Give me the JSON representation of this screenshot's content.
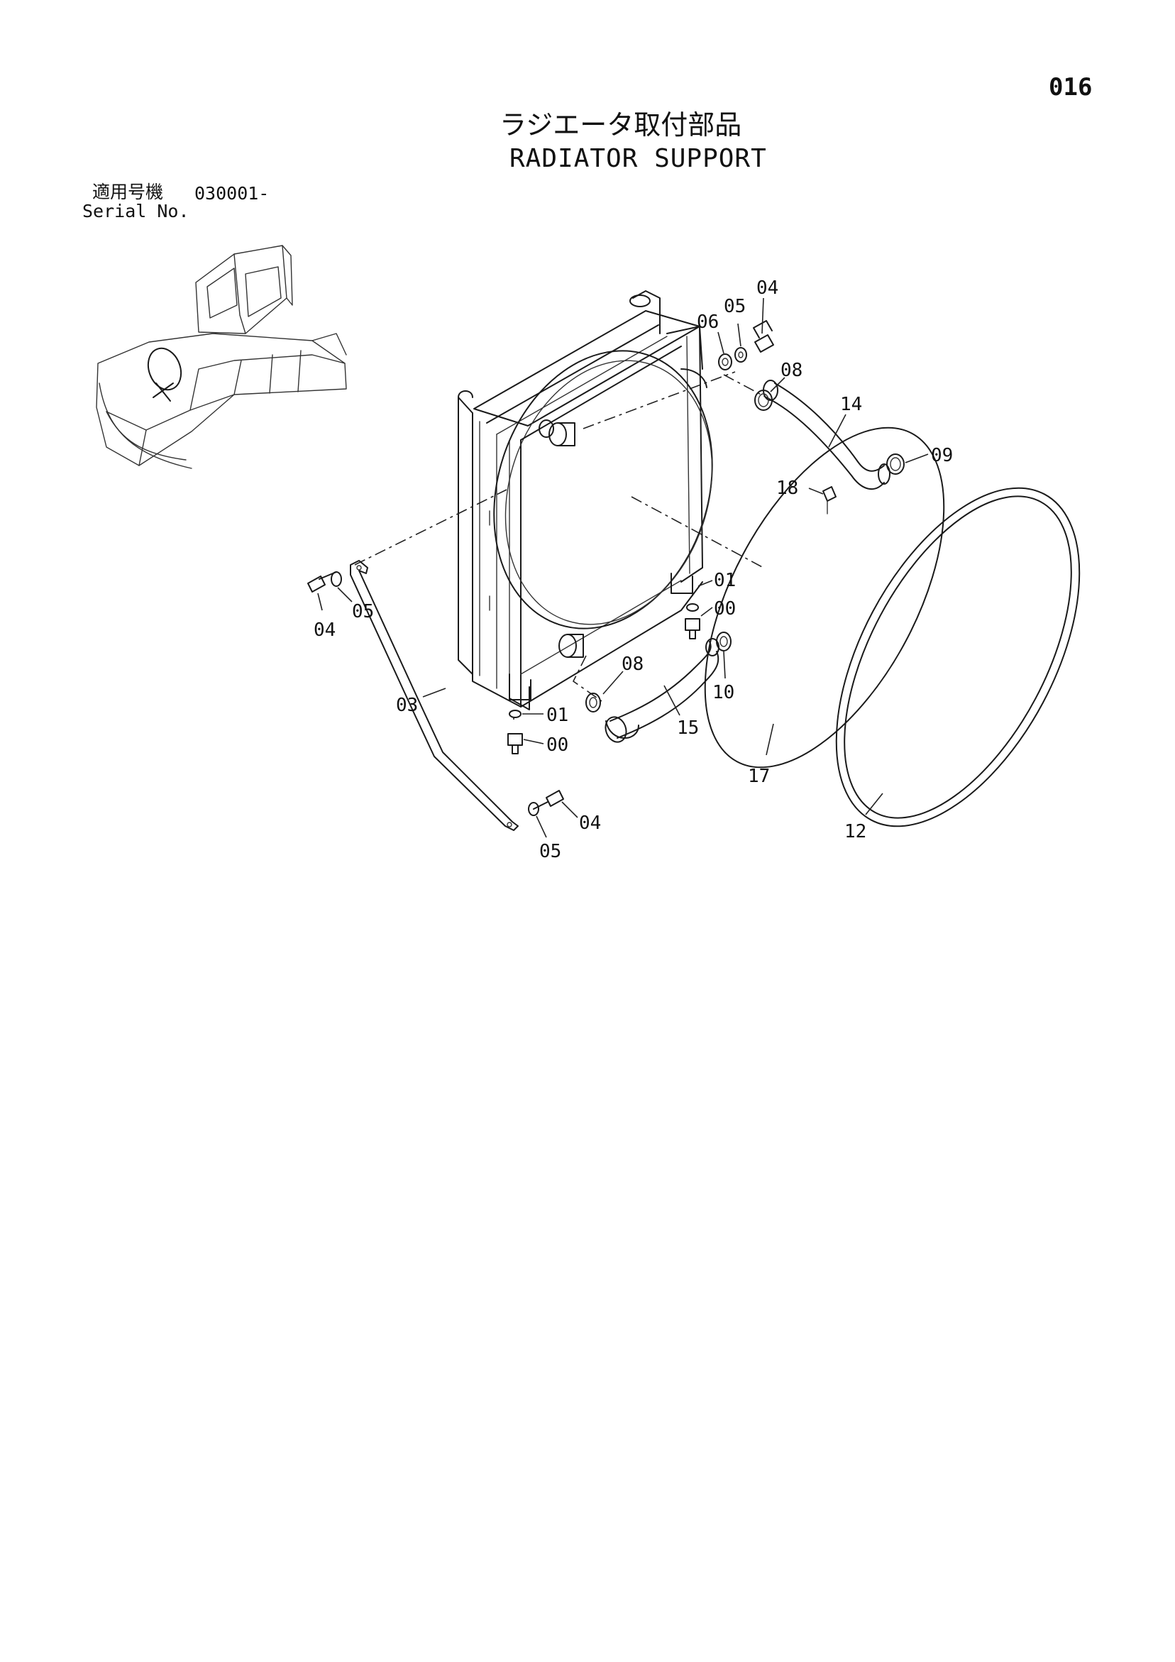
{
  "page": {
    "number": "016",
    "title_jp": "ラジエータ取付部品",
    "title_en": "RADIATOR SUPPORT",
    "serial_label_jp": "適用号機",
    "serial_range": "030001-",
    "serial_label_en": "Serial No."
  },
  "callouts": [
    {
      "id": "c-04a",
      "label": "04"
    },
    {
      "id": "c-05a",
      "label": "05"
    },
    {
      "id": "c-06a",
      "label": "06"
    },
    {
      "id": "c-08a",
      "label": "08"
    },
    {
      "id": "c-14",
      "label": "14"
    },
    {
      "id": "c-09",
      "label": "09"
    },
    {
      "id": "c-18",
      "label": "18"
    },
    {
      "id": "c-01a",
      "label": "01"
    },
    {
      "id": "c-00a",
      "label": "00"
    },
    {
      "id": "c-10",
      "label": "10"
    },
    {
      "id": "c-08b",
      "label": "08"
    },
    {
      "id": "c-15",
      "label": "15"
    },
    {
      "id": "c-01b",
      "label": "01"
    },
    {
      "id": "c-00b",
      "label": "00"
    },
    {
      "id": "c-03",
      "label": "03"
    },
    {
      "id": "c-04b",
      "label": "04"
    },
    {
      "id": "c-05b",
      "label": "05"
    },
    {
      "id": "c-04c",
      "label": "04"
    },
    {
      "id": "c-05c",
      "label": "05"
    },
    {
      "id": "c-17",
      "label": "17"
    },
    {
      "id": "c-12",
      "label": "12"
    }
  ]
}
